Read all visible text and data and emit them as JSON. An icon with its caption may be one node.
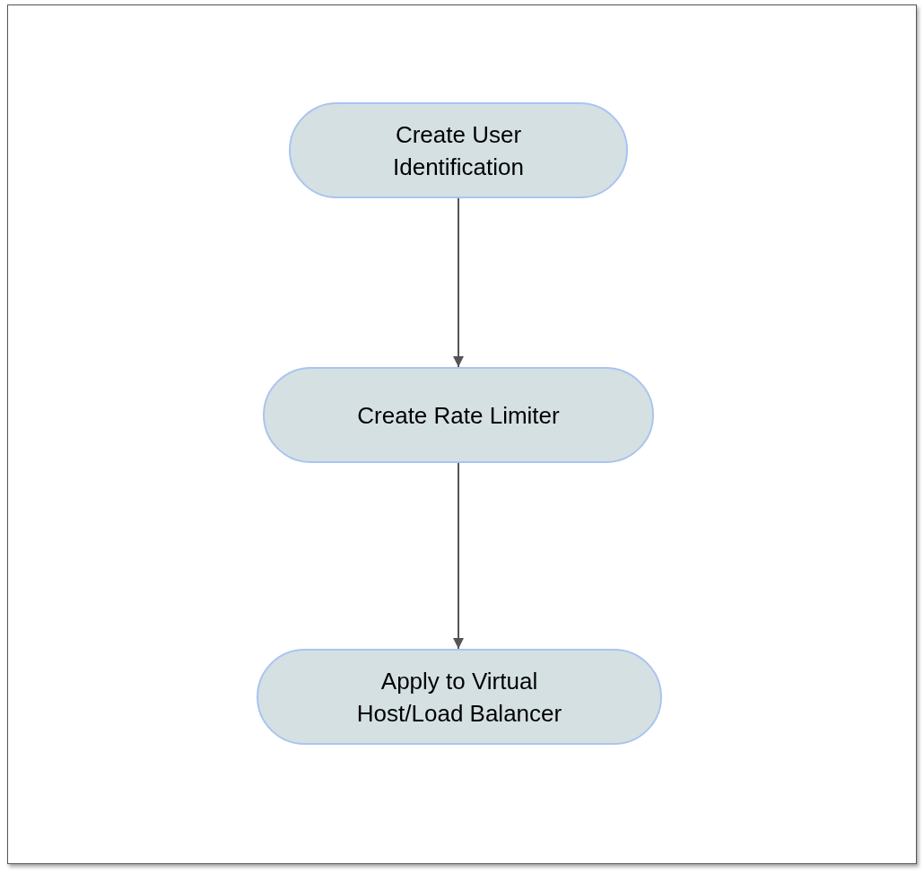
{
  "diagram": {
    "nodes": [
      {
        "text": [
          "Create User Identification"
        ]
      },
      {
        "text": [
          "Create Rate Limiter"
        ]
      },
      {
        "text": [
          "Apply to Virtual Host/Load Balancer"
        ]
      }
    ],
    "edges": [
      {
        "from": 0,
        "to": 1,
        "arrow": "to"
      },
      {
        "from": 1,
        "to": 2,
        "arrow": "to"
      }
    ]
  }
}
